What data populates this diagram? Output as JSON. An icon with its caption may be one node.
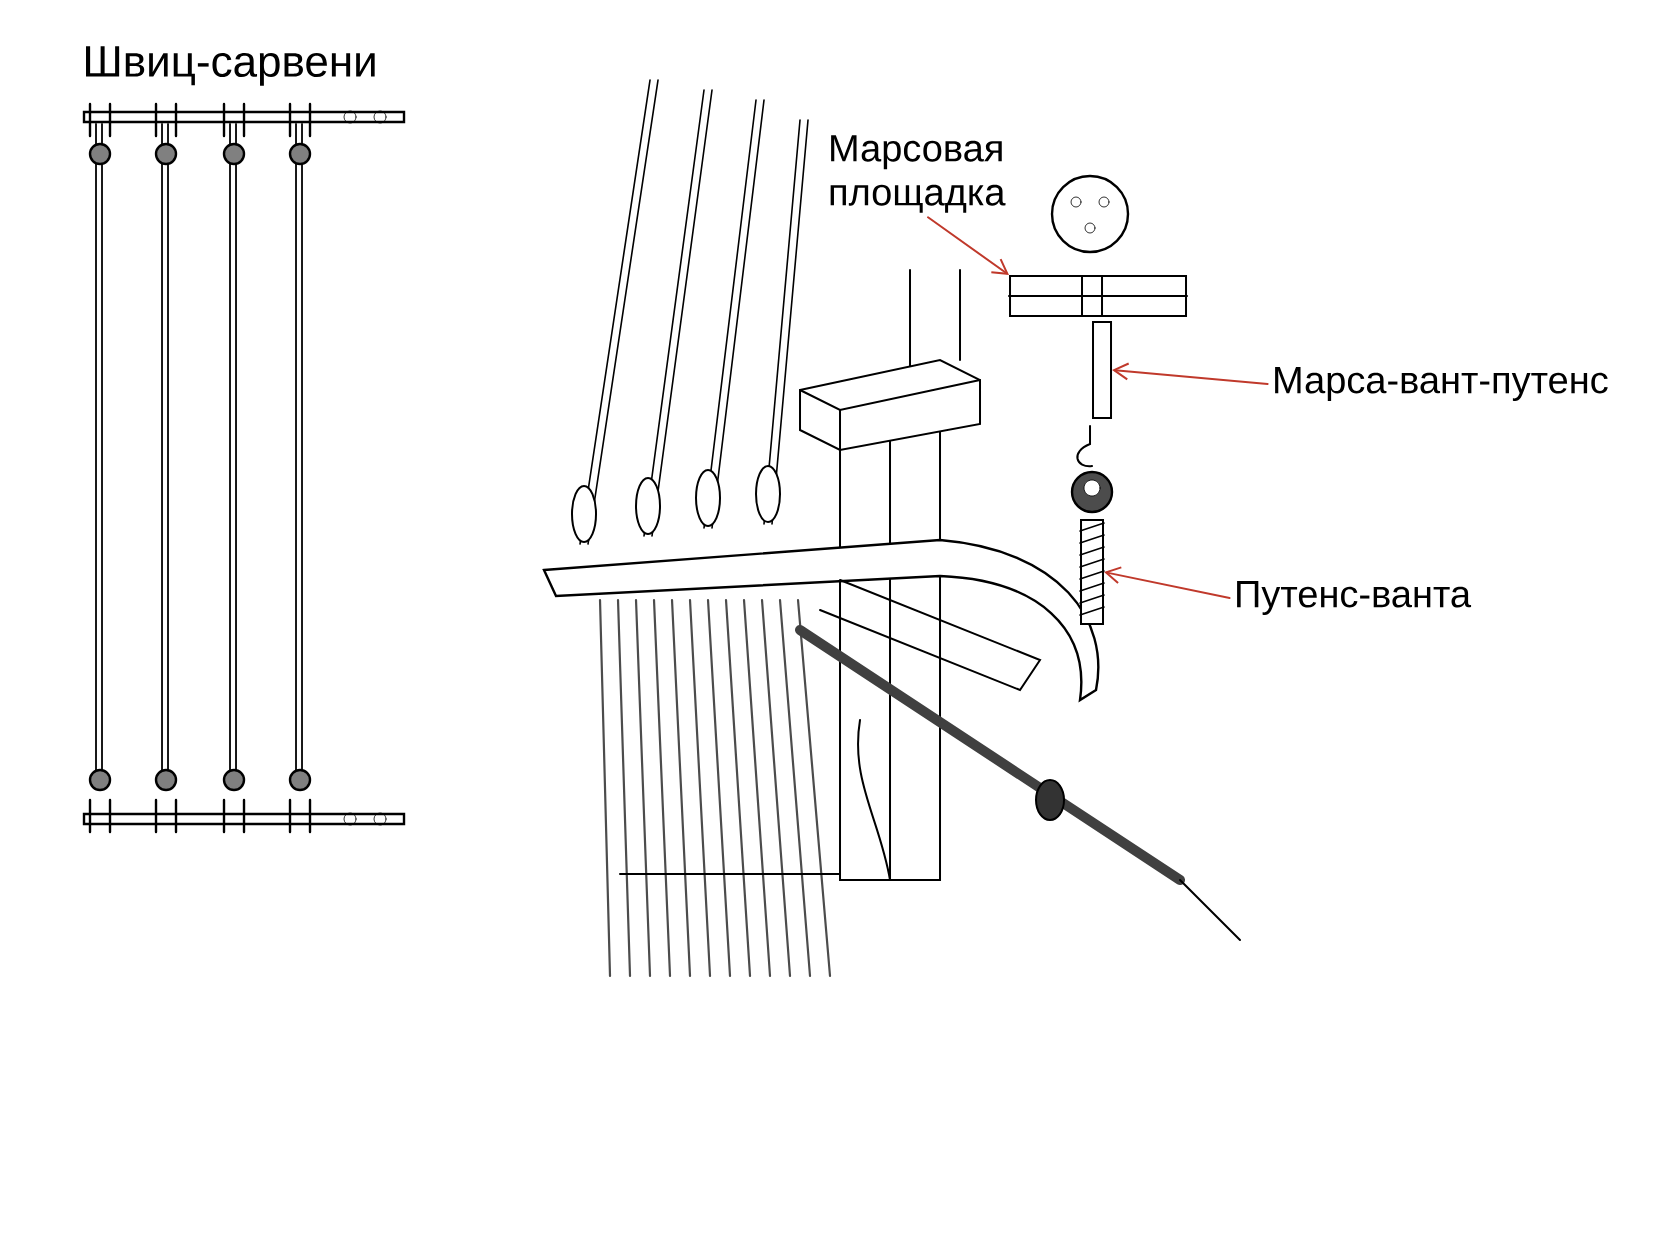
{
  "diagram": {
    "nodes": [
      {
        "text": [
          "Марсовая площадка"
        ]
      },
      {
        "text": [],
        "shape": "bar"
      },
      {
        "text": [
          "Марса-вант-путенс"
        ]
      },
      {
        "text": [],
        "shape": "bar"
      },
      {
        "text": [
          "Путенс-ванта"
        ]
      },
      {
        "text": [],
        "shape": "bar"
      }
    ],
    "edges": [
      {
        "from": 0,
        "to": 1,
        "arrow": "to"
      },
      {
        "from": 2,
        "to": 3,
        "arrow": "to"
      },
      {
        "from": 4,
        "to": 5,
        "arrow": "to"
      }
    ],
    "labels": [
      "Швиц-сарвени"
    ]
  }
}
